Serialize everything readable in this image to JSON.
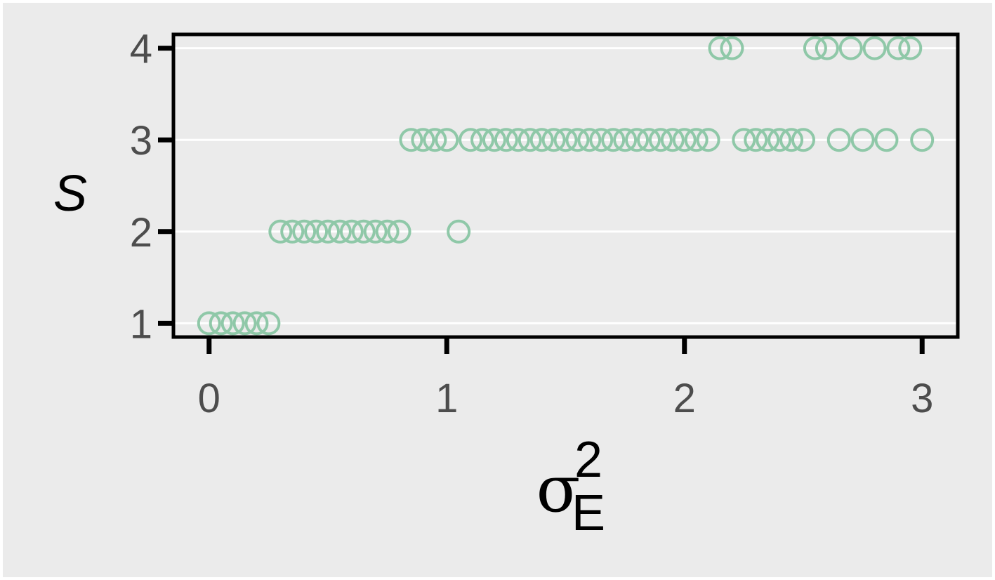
{
  "chart_data": {
    "type": "scatter",
    "xlabel": "σE2",
    "xlabel_parts": {
      "symbol": "σ",
      "subscript": "E",
      "superscript": "2"
    },
    "ylabel": "S",
    "xlim": [
      -0.15,
      3.15
    ],
    "ylim": [
      0.85,
      4.15
    ],
    "x_ticks": [
      0,
      1,
      2,
      3
    ],
    "x_tick_labels": [
      "0",
      "1",
      "2",
      "3"
    ],
    "y_ticks": [
      1,
      2,
      3,
      4
    ],
    "y_tick_labels": [
      "1",
      "2",
      "3",
      "4"
    ],
    "grid": "horizontal major lines",
    "marker": "open circle",
    "colors": {
      "marker": "#8fc8a8",
      "panel": "#ebebeb",
      "gridline": "#ffffff",
      "axis": "#000000",
      "tick_text": "#4d4d4d"
    },
    "series": [
      {
        "x": [
          0.0,
          0.05,
          0.1,
          0.15,
          0.2,
          0.25,
          0.3,
          0.35,
          0.4,
          0.45,
          0.5,
          0.55,
          0.6,
          0.65,
          0.7,
          0.75,
          0.8,
          1.05,
          0.85,
          0.9,
          0.95,
          1.0,
          1.1,
          1.15,
          1.2,
          1.25,
          1.3,
          1.35,
          1.4,
          1.45,
          1.5,
          1.55,
          1.6,
          1.65,
          1.7,
          1.75,
          1.8,
          1.85,
          1.9,
          1.95,
          2.0,
          2.05,
          2.1,
          2.25,
          2.3,
          2.35,
          2.4,
          2.45,
          2.5,
          2.65,
          2.75,
          2.85,
          3.0,
          2.15,
          2.2,
          2.55,
          2.6,
          2.7,
          2.8,
          2.9,
          2.95
        ],
        "y": [
          1,
          1,
          1,
          1,
          1,
          1,
          2,
          2,
          2,
          2,
          2,
          2,
          2,
          2,
          2,
          2,
          2,
          2,
          3,
          3,
          3,
          3,
          3,
          3,
          3,
          3,
          3,
          3,
          3,
          3,
          3,
          3,
          3,
          3,
          3,
          3,
          3,
          3,
          3,
          3,
          3,
          3,
          3,
          3,
          3,
          3,
          3,
          3,
          3,
          3,
          3,
          3,
          3,
          4,
          4,
          4,
          4,
          4,
          4,
          4,
          4
        ]
      }
    ]
  }
}
